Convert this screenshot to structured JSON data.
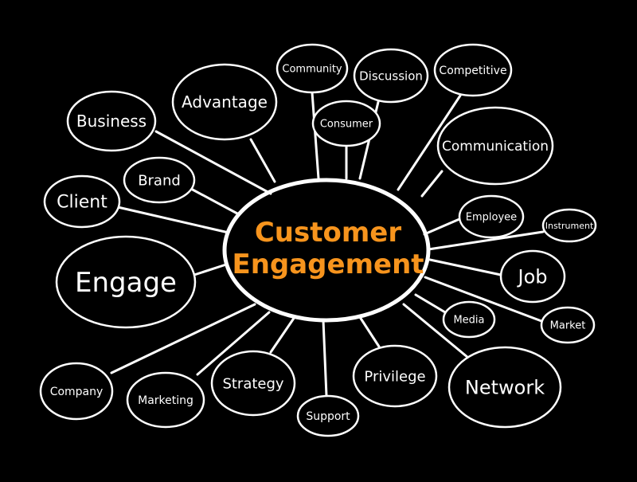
{
  "colors": {
    "background": "#000000",
    "stroke": "#ffffff",
    "text": "#ffffff",
    "center_text": "#f7941d"
  },
  "center": {
    "line1": "Customer",
    "line2": "Engagement"
  },
  "nodes": [
    {
      "id": "business",
      "label": "Business"
    },
    {
      "id": "advantage",
      "label": "Advantage"
    },
    {
      "id": "community",
      "label": "Community"
    },
    {
      "id": "discussion",
      "label": "Discussion"
    },
    {
      "id": "competitive",
      "label": "Competitive"
    },
    {
      "id": "consumer",
      "label": "Consumer"
    },
    {
      "id": "communication",
      "label": "Communication"
    },
    {
      "id": "brand",
      "label": "Brand"
    },
    {
      "id": "client",
      "label": "Client"
    },
    {
      "id": "employee",
      "label": "Employee"
    },
    {
      "id": "instrument",
      "label": "Instrument"
    },
    {
      "id": "engage",
      "label": "Engage"
    },
    {
      "id": "job",
      "label": "Job"
    },
    {
      "id": "media",
      "label": "Media"
    },
    {
      "id": "market",
      "label": "Market"
    },
    {
      "id": "company",
      "label": "Company"
    },
    {
      "id": "marketing",
      "label": "Marketing"
    },
    {
      "id": "strategy",
      "label": "Strategy"
    },
    {
      "id": "support",
      "label": "Support"
    },
    {
      "id": "privilege",
      "label": "Privilege"
    },
    {
      "id": "network",
      "label": "Network"
    }
  ]
}
